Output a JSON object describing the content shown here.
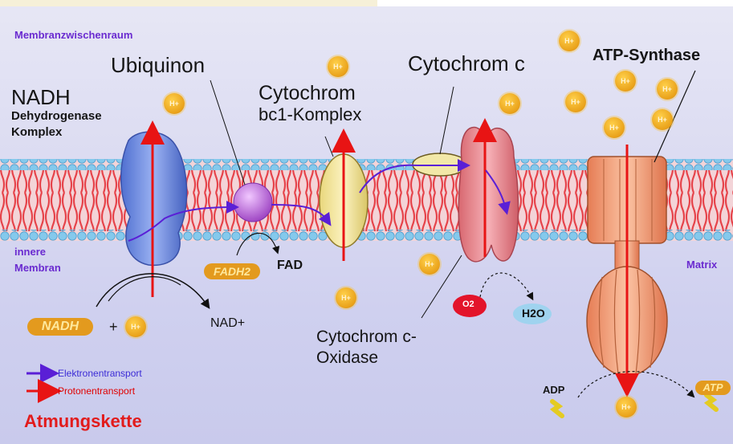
{
  "labels": {
    "intermembrane": "Membranzwischenraum",
    "ubiquinon": "Ubiquinon",
    "cytochrom_c": "Cytochrom c",
    "atp_synthase": "ATP-Synthase",
    "nadh_title": "NADH",
    "dehydrogenase": "Dehydrogenase",
    "komplex": "Komplex",
    "cytochrom": "Cytochrom",
    "bc1_komplex": "bc1-Komplex",
    "innere": "innere",
    "membran": "Membran",
    "matrix": "Matrix",
    "fad": "FAD",
    "nad_plus": "NAD+",
    "oxidase_1": "Cytochrom c-",
    "oxidase_2": "Oxidase",
    "plus": "+",
    "legend_electron": "Elektronentransport",
    "legend_proton": "Protonentransport",
    "title": "Atmungskette",
    "adp": "ADP"
  },
  "molecules": {
    "nadh": "NADH",
    "fadh2": "FADH2",
    "o2": "O2",
    "h2o": "H2O",
    "atp": "ATP",
    "proton": "H+"
  },
  "colors": {
    "proton_arrow": "#e81414",
    "electron_arrow": "#5a1fd6",
    "membrane_head": "#7fc7ea",
    "membrane_tail": "#e6434a",
    "complex_i": "#6d8fe0",
    "ubiquinon": "#c07ad8",
    "complex_iii": "#f2e49a",
    "oxidase": "#ee8f98",
    "synthase": "#f4a37a"
  }
}
